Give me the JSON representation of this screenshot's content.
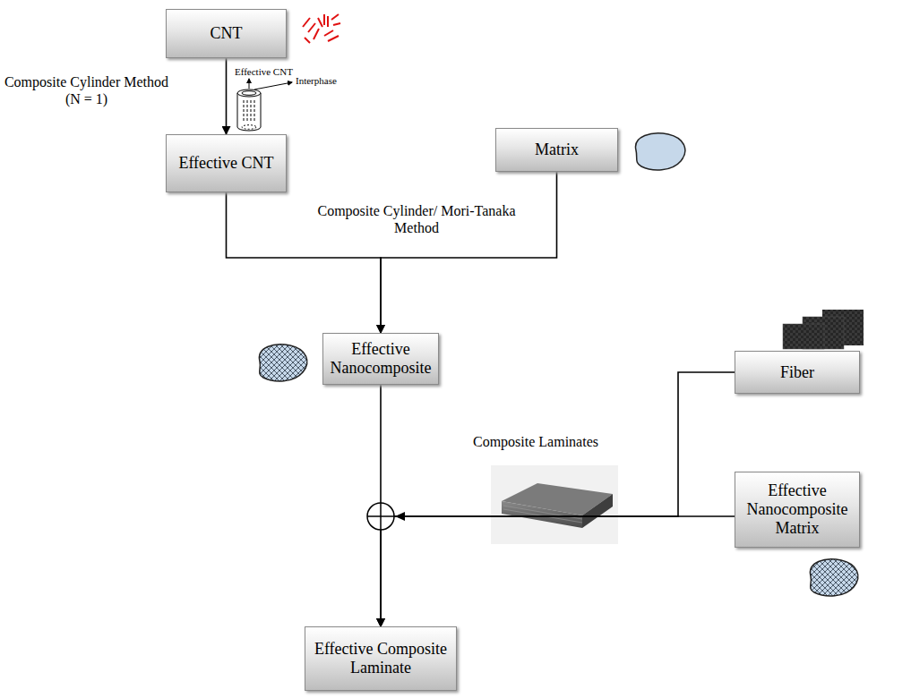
{
  "diagram": {
    "nodes": [
      {
        "text": [
          "CNT"
        ]
      },
      {
        "text": [
          "Effective CNT"
        ]
      },
      {
        "text": [
          "Matrix"
        ]
      },
      {
        "text": [
          "Effective Nanocomposite"
        ]
      },
      {
        "text": [
          "Fiber"
        ]
      },
      {
        "text": [
          "Effective Nanocomposite Matrix"
        ]
      },
      {
        "text": [
          "Effective Composite Laminate"
        ]
      }
    ],
    "edges": [
      {
        "from": 0,
        "to": 1,
        "arrow": "to",
        "label": "Composite Cylinder Method (N = 1)"
      },
      {
        "from": 1,
        "to": 3,
        "arrow": "to",
        "label": "Composite Cylinder/ Mori-Tanaka Method"
      },
      {
        "from": 2,
        "to": 3,
        "arrow": "to"
      },
      {
        "from": 3,
        "to": 6,
        "arrow": "to"
      },
      {
        "from": 4,
        "to": 6,
        "arrow": "to",
        "label": "Composite Laminates"
      },
      {
        "from": 5,
        "to": 6,
        "arrow": "to"
      }
    ],
    "labels": [
      "Effective CNT",
      "Interphase"
    ]
  }
}
